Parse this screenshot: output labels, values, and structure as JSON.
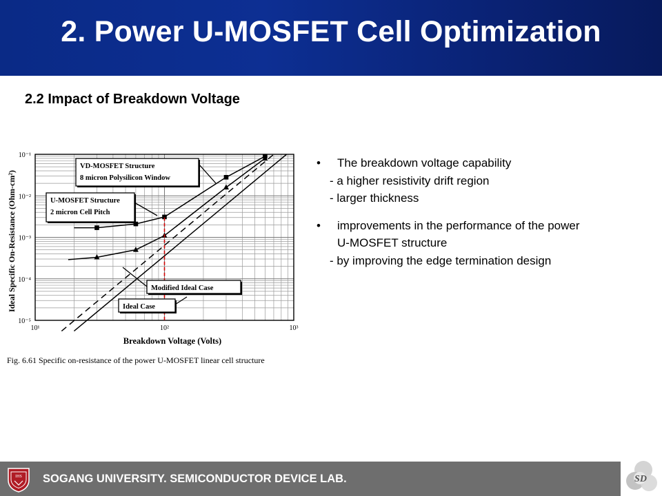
{
  "slide": {
    "title": "2. Power U-MOSFET Cell Optimization",
    "subtitle": "2.2 Impact of Breakdown Voltage",
    "bullets": [
      {
        "kind": "bullet",
        "text": "The breakdown voltage capability"
      },
      {
        "kind": "sub",
        "text": "- a higher resistivity drift region"
      },
      {
        "kind": "sub",
        "text": "- larger thickness"
      },
      {
        "kind": "gap",
        "text": ""
      },
      {
        "kind": "bullet",
        "text": "improvements in the performance of the power"
      },
      {
        "kind": "cont",
        "text": "U-MOSFET structure"
      },
      {
        "kind": "sub",
        "text": "- by improving the edge termination design"
      }
    ],
    "bullet_glyph": "•"
  },
  "footer": {
    "text": "SOGANG UNIVERSITY. SEMICONDUCTOR DEVICE LAB.",
    "shield_label": "IHS",
    "logo_label": "SD",
    "bar_color": "#6e6e6e"
  },
  "chart_data": {
    "type": "line",
    "xscale": "log",
    "yscale": "log",
    "xlim": [
      10,
      1000
    ],
    "ylim": [
      1e-05,
      0.1
    ],
    "grid": true,
    "xlabel": "Breakdown Voltage   (Volts)",
    "ylabel": "Ideal Specific On-Resistance  (Ohm-cm²)",
    "x_ticks": [
      {
        "value": 10,
        "label": "10¹"
      },
      {
        "value": 100,
        "label": "10²"
      },
      {
        "value": 1000,
        "label": "10³"
      }
    ],
    "y_ticks": [
      {
        "value": 0.1,
        "label": "10⁻¹"
      },
      {
        "value": 0.01,
        "label": "10⁻²"
      },
      {
        "value": 0.001,
        "label": "10⁻³"
      },
      {
        "value": 0.0001,
        "label": "10⁻⁴"
      },
      {
        "value": 1e-05,
        "label": "10⁻⁵"
      }
    ],
    "caption": "Fig. 6.61 Specific on-resistance of the power U-MOSFET linear cell structure",
    "series": [
      {
        "name": "VD-MOSFET Structure 8 micron Polysilicon Window",
        "marker": "square",
        "dash": false,
        "x": [
          20,
          30,
          60,
          100,
          300,
          600
        ],
        "y": [
          0.0017,
          0.0017,
          0.0021,
          0.0031,
          0.028,
          0.09
        ]
      },
      {
        "name": "U-MOSFET Structure 2 micron Cell Pitch",
        "marker": "triangle",
        "dash": false,
        "x": [
          18,
          30,
          60,
          100,
          300,
          600
        ],
        "y": [
          0.00029,
          0.00033,
          0.0005,
          0.0011,
          0.016,
          0.08
        ]
      },
      {
        "name": "Modified Ideal Case",
        "marker": "none",
        "dash": true,
        "x": [
          16,
          700
        ],
        "y": [
          5.5e-06,
          0.1
        ]
      },
      {
        "name": "Ideal Case",
        "marker": "none",
        "dash": false,
        "x": [
          20,
          880
        ],
        "y": [
          5.5e-06,
          0.1
        ]
      }
    ],
    "annotations": [
      {
        "lines": [
          "VD-MOSFET Structure",
          "8 micron Polysilicon Window"
        ]
      },
      {
        "lines": [
          "U-MOSFET Structure",
          "2 micron Cell Pitch"
        ]
      },
      {
        "lines": [
          "Modified Ideal Case"
        ]
      },
      {
        "lines": [
          "Ideal Case"
        ]
      }
    ],
    "marker_line": {
      "x": 100,
      "color": "#d00000"
    }
  }
}
